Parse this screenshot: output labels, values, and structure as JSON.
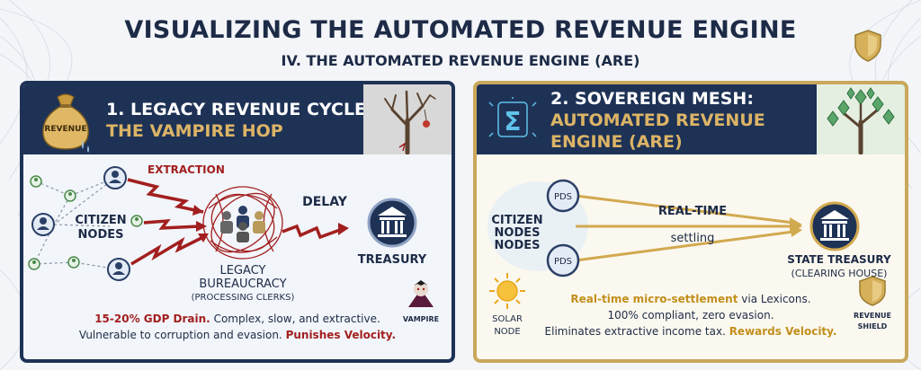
{
  "title": "VISUALIZING THE AUTOMATED REVENUE ENGINE",
  "subtitle": "IV. THE AUTOMATED REVENUE ENGINE (ARE)",
  "colors": {
    "navy": "#1e3256",
    "gold": "#c9a75b",
    "red": "#a21f1f",
    "goldText": "#c28f1c"
  },
  "legacy": {
    "heading_line1": "1. LEGACY REVENUE CYCLE:",
    "heading_line2": "THE VAMPIRE HOP",
    "bag_label": "REVENUE",
    "extraction_label": "EXTRACTION",
    "delay_label": "DELAY",
    "citizen_label_1": "CITIZEN",
    "citizen_label_2": "NODES",
    "bureaucracy_label_1": "LEGACY",
    "bureaucracy_label_2": "BUREAUCRACY",
    "bureaucracy_label_3": "(PROCESSING CLERKS)",
    "treasury_label": "TREASURY",
    "vampire_label": "VAMPIRE",
    "caption_1a": "15-20% GDP Drain.",
    "caption_1b": " Complex, slow, and extractive.",
    "caption_2a": "Vulnerable to corruption and evasion. ",
    "caption_2b": "Punishes Velocity."
  },
  "mesh": {
    "heading_line1": "2. SOVEREIGN MESH:",
    "heading_line2": "AUTOMATED REVENUE",
    "heading_line3": "ENGINE (ARE)",
    "sigma": "Σ",
    "pds_label": "PDS",
    "citizen_label_1": "CITIZEN",
    "citizen_label_2": "NODES",
    "citizen_label_3": "NODES",
    "realtime_label": "REAL-TIME",
    "settling_label": "settling",
    "state_treasury_1": "STATE TREASURY",
    "state_treasury_2": "(CLEARING HOUSE)",
    "solar_label_1": "SOLAR",
    "solar_label_2": "NODE",
    "shield_label_1": "REVENUE",
    "shield_label_2": "SHIELD",
    "caption_1a": "Real-time micro-settlement",
    "caption_1b": " via Lexicons.",
    "caption_2": "100% compliant, zero evasion.",
    "caption_3a": "Eliminates extractive income tax. ",
    "caption_3b": "Rewards Velocity."
  }
}
